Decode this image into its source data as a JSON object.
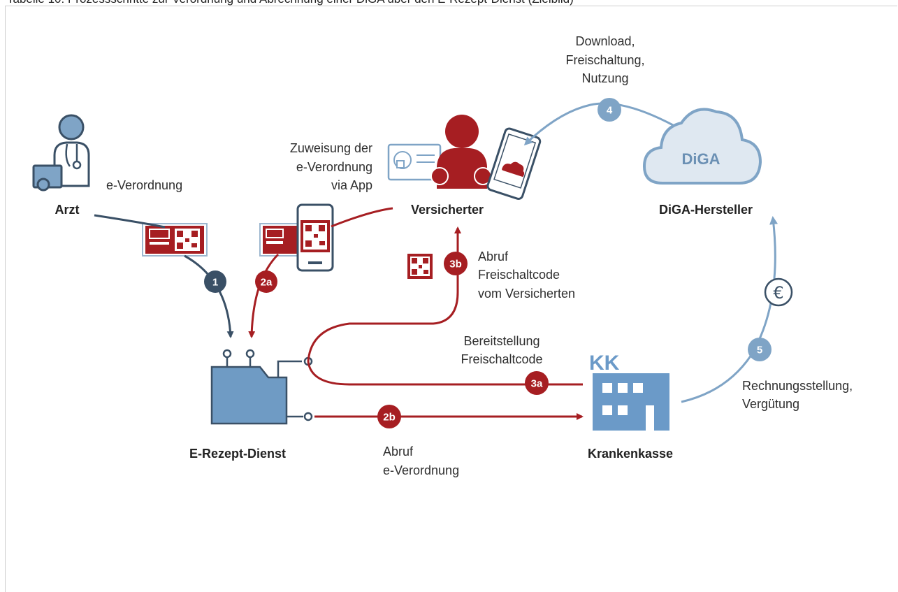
{
  "top_caption": "Tabelle 10: Prozessschritte zur Verordnung und Abrechnung einer DiGA über den E-Rezept-Dienst (Zielbild)",
  "actors": {
    "arzt": "Arzt",
    "versicherter": "Versicherter",
    "hersteller": "DiGA-Hersteller",
    "erezept": "E-Rezept-Dienst",
    "krankenkasse": "Krankenkasse"
  },
  "cloud_label": "DiGA",
  "kk_logo": "KK",
  "currency_symbol": "€",
  "steps": [
    "1",
    "2a",
    "2b",
    "3a",
    "3b",
    "4",
    "5"
  ],
  "labels": {
    "e_verordnung": "e-Verordnung",
    "zuweisung": [
      "Zuweisung der",
      "e-Verordnung",
      "via App"
    ],
    "download": [
      "Download,",
      "Freischaltung,",
      "Nutzung"
    ],
    "abruf_code": [
      "Abruf",
      "Freischaltcode",
      "vom Versicherten"
    ],
    "bereitstellung": [
      "Bereitstellung",
      "Freischaltcode"
    ],
    "rechnung": [
      "Rechnungsstellung,",
      "Vergütung"
    ],
    "abruf_verordnung": [
      "Abruf",
      "e-Verordnung"
    ]
  },
  "colors": {
    "red": "#a61e22",
    "dark_blue": "#3a5066",
    "light_blue": "#7fa4c6",
    "mid_blue": "#6b9ac8",
    "folder_blue": "#6f9bc4"
  }
}
